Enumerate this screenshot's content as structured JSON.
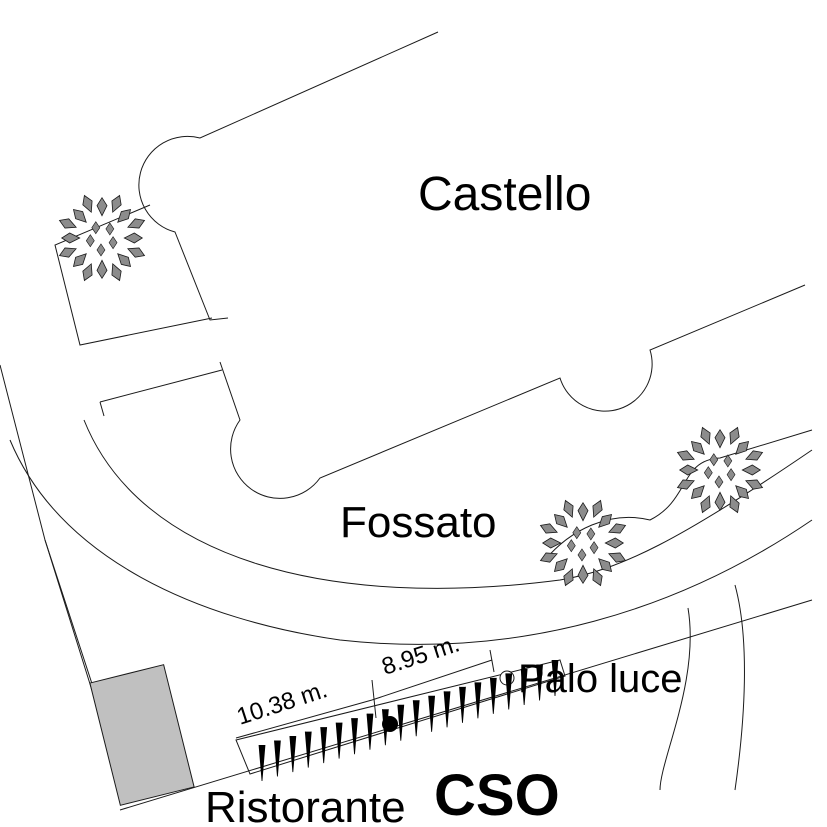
{
  "labels": {
    "castello": "Castello",
    "fossato": "Fossato",
    "palo_luce": "Palo luce",
    "ristorante": "Ristorante",
    "cso": "CSO"
  },
  "dimensions": {
    "segment_1": "10.38 m.",
    "segment_2": "8.95 m."
  },
  "colors": {
    "line": "#1a1a1a",
    "building_fill": "#c0c0c0",
    "tree_fill": "#8c8c8c",
    "marker": "#000000"
  }
}
